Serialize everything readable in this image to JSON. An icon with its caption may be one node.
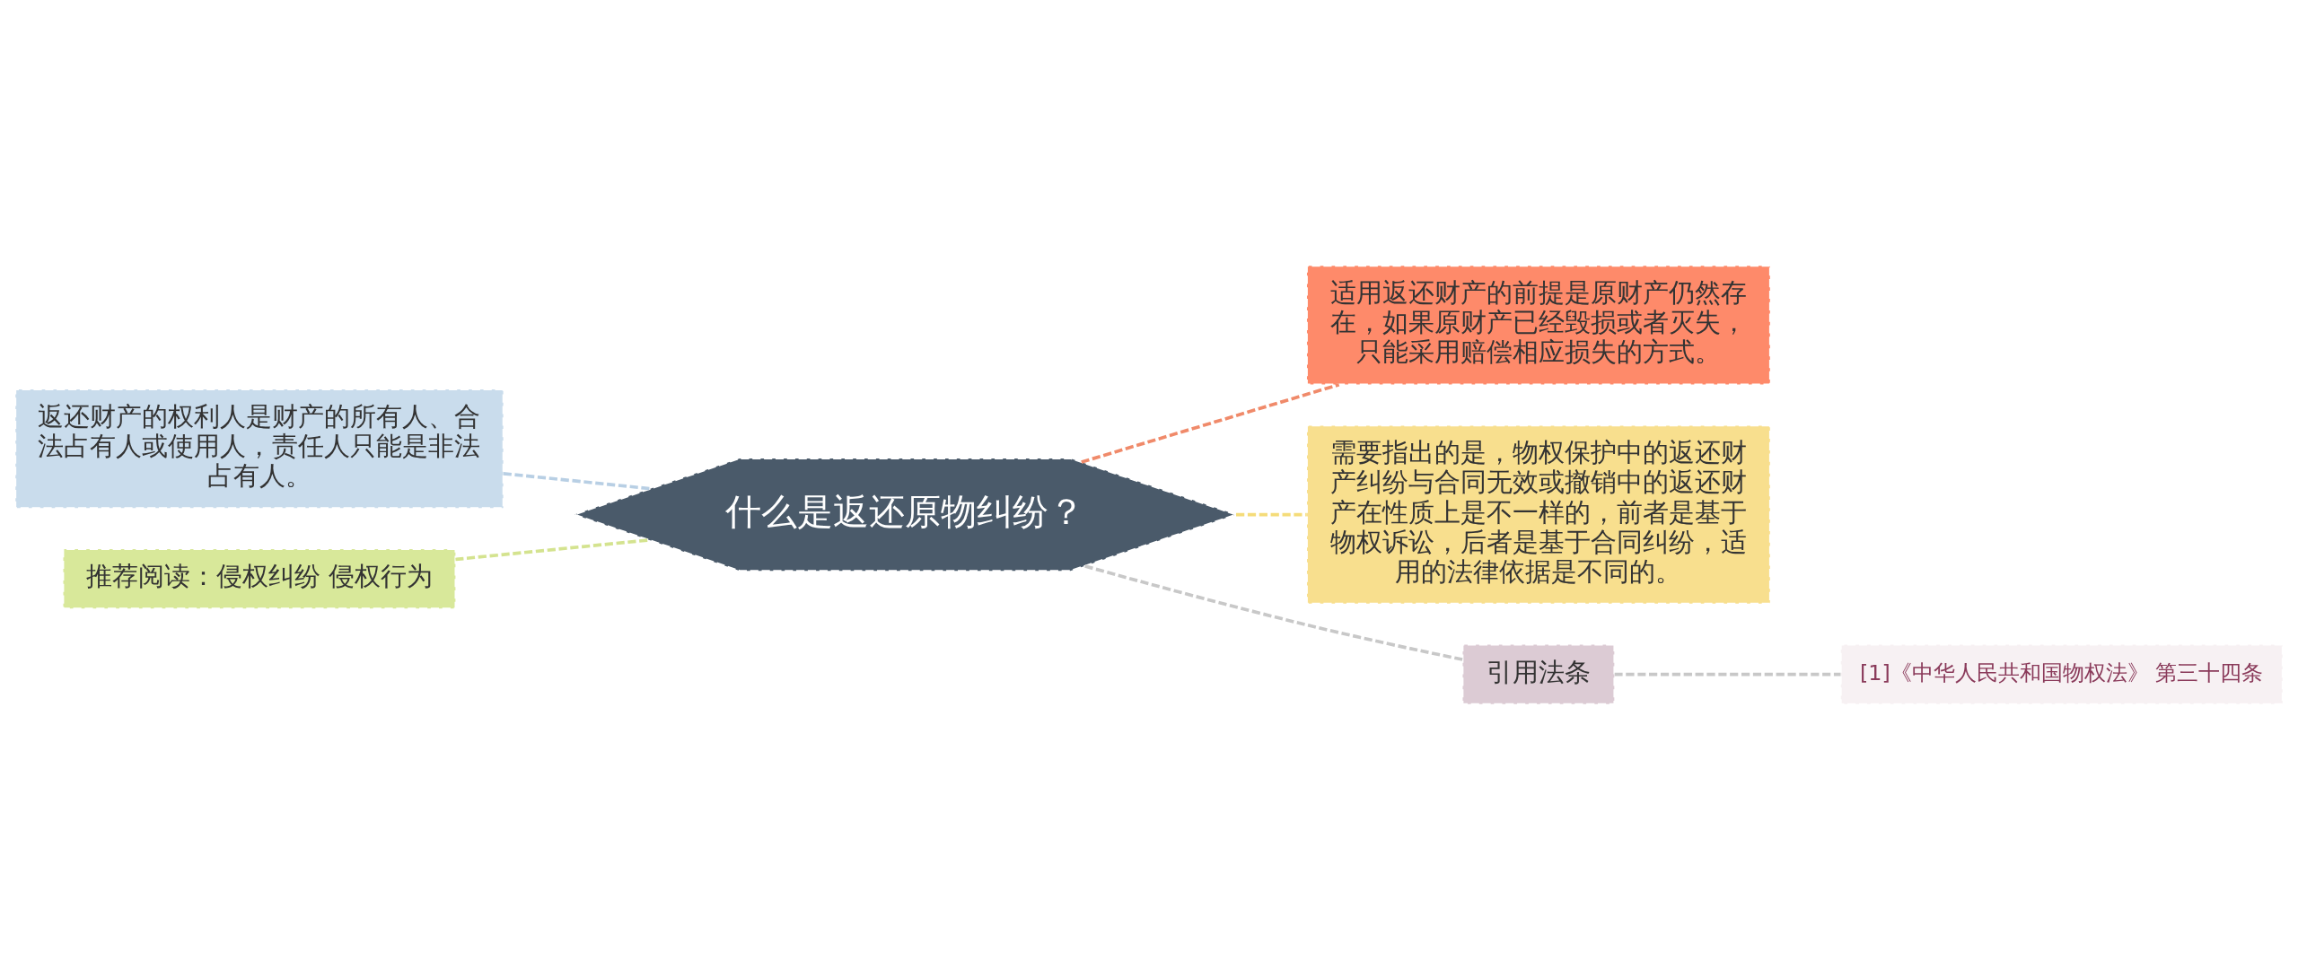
{
  "diagram": {
    "nodes": [
      {
        "text": [
          "什么是返还原物纠纷？"
        ]
      },
      {
        "text": [
          "返还财产的权利人是财产的所有人、合法占有人或使用人，责任人只能是非法占有人。"
        ]
      },
      {
        "text": [
          "推荐阅读：侵权纠纷 侵权行为"
        ]
      },
      {
        "text": [
          "适用返还财产的前提是原财产仍然存在，如果原财产已经毁损或者灭失，只能采用赔偿相应损失的方式。"
        ]
      },
      {
        "text": [
          "需要指出的是，物权保护中的返还财产纠纷与合同无效或撤销中的返还财产在性质上是不一样的，前者是基于物权诉讼，后者是基于合同纠纷，适用的法律依据是不同的。"
        ]
      },
      {
        "text": [
          "引用法条"
        ]
      },
      {
        "text": [
          "[1]《中华人民共和国物权法》 第三十四条"
        ]
      }
    ],
    "edges": [
      {
        "from": 0,
        "to": 1,
        "arrow": "none",
        "style": "dashed",
        "color": "#b8cfe4"
      },
      {
        "from": 0,
        "to": 2,
        "arrow": "none",
        "style": "dashed",
        "color": "#d4e38f"
      },
      {
        "from": 0,
        "to": 3,
        "arrow": "none",
        "style": "dashed",
        "color": "#f08a6a"
      },
      {
        "from": 0,
        "to": 4,
        "arrow": "none",
        "style": "dashed",
        "color": "#f5dc7a"
      },
      {
        "from": 0,
        "to": 5,
        "arrow": "none",
        "style": "dashed",
        "color": "#c8c8c8"
      },
      {
        "from": 5,
        "to": 6,
        "arrow": "none",
        "style": "dashed",
        "color": "#c8c8c8"
      }
    ]
  }
}
